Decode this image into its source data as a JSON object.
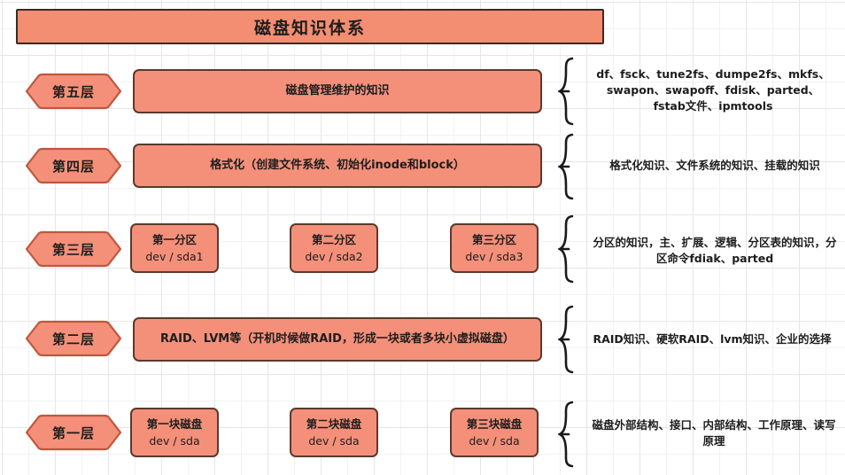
{
  "diagram": {
    "title": "磁盘知识体系",
    "layers": [
      {
        "label": "第五层",
        "boxes": [
          {
            "main": "磁盘管理维护的知识",
            "sub": ""
          }
        ],
        "note": "df、fsck、tune2fs、dumpe2fs、mkfs、swapon、swapoff、fdisk、parted、fstab文件、ipmtools"
      },
      {
        "label": "第四层",
        "boxes": [
          {
            "main": "格式化（创建文件系统、初始化inode和block）",
            "sub": ""
          }
        ],
        "note": "格式化知识、文件系统的知识、挂载的知识"
      },
      {
        "label": "第三层",
        "boxes": [
          {
            "main": "第一分区",
            "sub": "dev / sda1"
          },
          {
            "main": "第二分区",
            "sub": "dev / sda2"
          },
          {
            "main": "第三分区",
            "sub": "dev / sda3"
          }
        ],
        "note": "分区的知识，主、扩展、逻辑、分区表的知识，分区命令fdiak、parted"
      },
      {
        "label": "第二层",
        "boxes": [
          {
            "main": "RAID、LVM等（开机时候做RAID，形成一块或者多块小虚拟磁盘）",
            "sub": ""
          }
        ],
        "note": "RAID知识、硬软RAID、lvm知识、企业的选择"
      },
      {
        "label": "第一层",
        "boxes": [
          {
            "main": "第一块磁盘",
            "sub": "dev / sda"
          },
          {
            "main": "第二块磁盘",
            "sub": "dev / sda"
          },
          {
            "main": "第三块磁盘",
            "sub": "dev / sda"
          }
        ],
        "note": "磁盘外部结构、接口、内部结构、工作原理、读写原理"
      }
    ],
    "colors": {
      "box_fill": "#f4907a",
      "box_border": "#5a3a2c",
      "hex_border": "#c0563c",
      "title_border": "#3a2a22",
      "text": "#1d1d1d",
      "grid_minor": "#f2f2f2",
      "grid_major": "#e6e6e6"
    }
  }
}
